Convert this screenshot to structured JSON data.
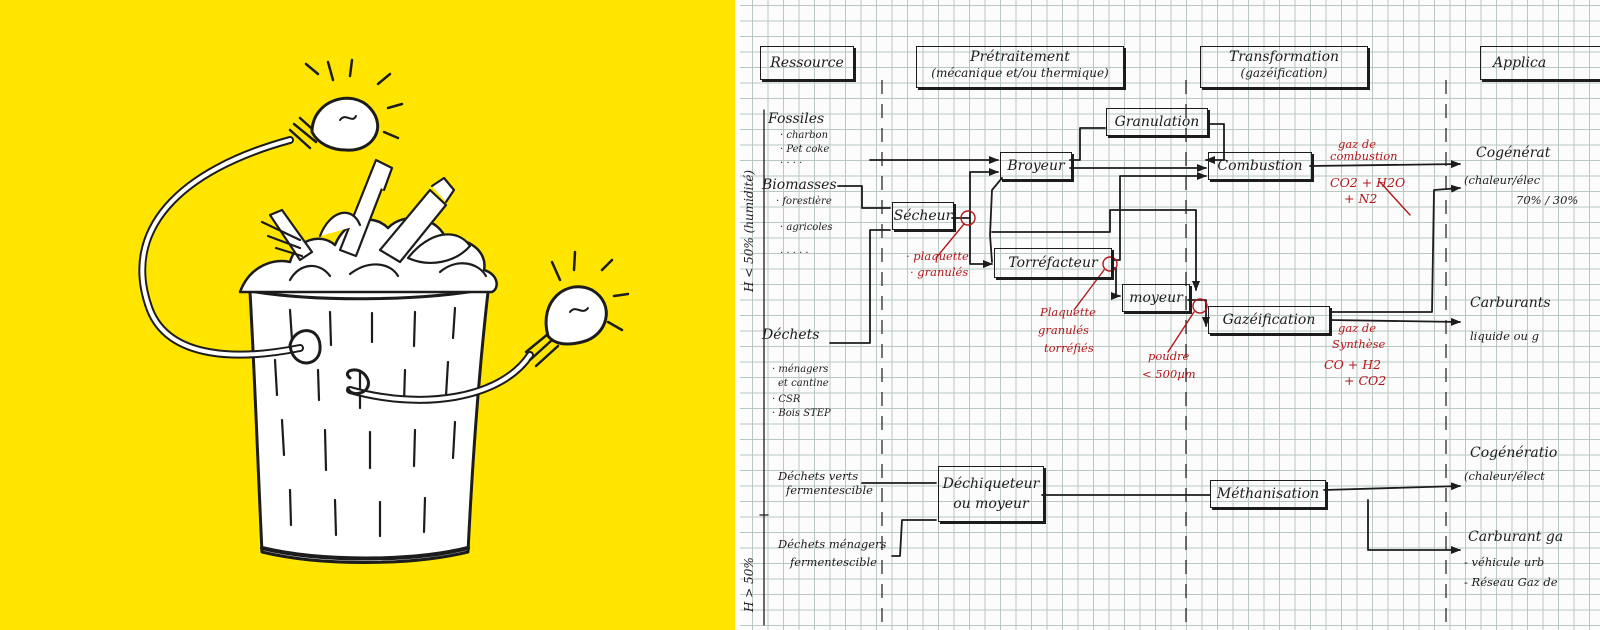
{
  "illustration": {
    "subject": "trash-bin-with-lightbulb-arms",
    "background_color": "#ffe500"
  },
  "diagram": {
    "headers": {
      "ressource": "Ressource",
      "pretraitement": "Prétraitement",
      "pretraitement_sub": "(mécanique et/ou thermique)",
      "transformation": "Transformation",
      "transformation_sub": "(gazéification)",
      "applications": "Applica"
    },
    "side_labels": {
      "h_low": "H < 50% (humidité)",
      "h_high": "H > 50%"
    },
    "resources": {
      "fossiles": "Fossiles",
      "fossiles_items": [
        "· charbon",
        "· Pet coke",
        "· · · ·"
      ],
      "biomasses": "Biomasses",
      "biomasses_items": [
        "· forestière",
        "· agricoles",
        "· · · · ·"
      ],
      "dechets": "Déchets",
      "dechets_items": [
        "· ménagers",
        "et cantine",
        "· CSR",
        "· Bois STEP"
      ],
      "dechets_verts": "Déchets verts",
      "dechets_verts_2": "fermentescible",
      "dechets_menagers": "Déchets ménagers",
      "dechets_menagers_2": "fermentescible"
    },
    "boxes": {
      "granulation": "Granulation",
      "broyeur": "Broyeur",
      "combustion": "Combustion",
      "secheur": "Sécheur",
      "torrefacteur": "Torréfacteur",
      "moyeur": "moyeur",
      "gazeification": "Gazéification",
      "dechiqueteur": "Déchiqueteur",
      "dechiqueteur_2": "ou moyeur",
      "methanisation": "Méthanisation"
    },
    "red_notes": {
      "gaz_combustion": "gaz de",
      "gaz_combustion_2": "combustion",
      "co2_h2o": "CO2 + H2O",
      "n2": "+ N2",
      "plaquette_1": "· plaquette",
      "granules_1": "· granulés",
      "plaquette_2": "Plaquette",
      "granules_2": "granulés",
      "torrefies": "torréfiés",
      "poudre": "poudre",
      "poudre_size": "< 500µm",
      "gaz_synthese": "gaz de",
      "gaz_synthese_2": "Synthèse",
      "co_h2": "CO + H2",
      "co2": "+ CO2"
    },
    "outputs": {
      "cogeneration_1": "Cogénérat",
      "cogeneration_1_sub": "(chaleur/élec",
      "cogeneration_1_ratio": "70% / 30%",
      "carburants": "Carburants",
      "carburants_sub": "liquide ou g",
      "cogeneration_2": "Cogénératio",
      "cogeneration_2_sub": "(chaleur/élect",
      "carburant_gaz": "Carburant ga",
      "vehicule": "- véhicule urb",
      "reseau": "- Réseau Gaz de"
    },
    "colors": {
      "ink": "#1c1c1c",
      "red_ink": "#b3161b",
      "grid": "#b9c9c2"
    }
  }
}
